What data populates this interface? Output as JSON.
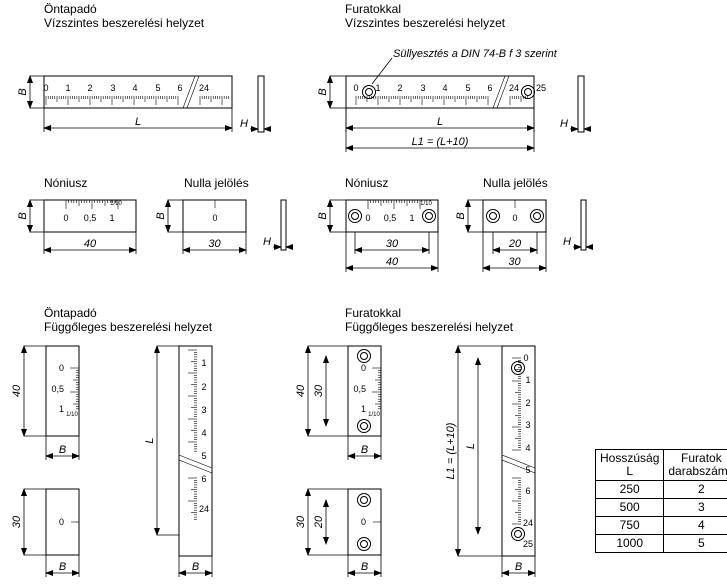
{
  "titles": {
    "top_left_1": "Öntapadó",
    "top_left_2": "Vízszintes beszerelési helyzet",
    "top_right_1": "Furatokkal",
    "top_right_2": "Vízszintes beszerelési helyzet",
    "bottom_left_1": "Öntapadó",
    "bottom_left_2": "Függőleges beszerelési helyzet",
    "bottom_right_1": "Furatokkal",
    "bottom_right_2": "Függőleges beszerelési helyzet"
  },
  "labels": {
    "nonius": "Nóniusz",
    "zero_mark": "Nulla jelölés",
    "countersink_note": "Süllyesztés a DIN 74-B f 3 szerint"
  },
  "dimensions": {
    "B": "B",
    "H": "H",
    "L": "L",
    "L1": "L1 = (L+10)",
    "d40": "40",
    "d30": "30",
    "d20": "20"
  },
  "scale": {
    "numbers": [
      "0",
      "1",
      "2",
      "3",
      "4",
      "5",
      "6"
    ],
    "end_number": "24",
    "end_number_holes": "25",
    "vernier": [
      "0",
      "0,5",
      "1"
    ],
    "vernier_frac": "1/10",
    "zero": "0"
  },
  "table": {
    "headers": [
      "Hosszúság L",
      "Furatok darabszáma"
    ],
    "rows": [
      [
        "250",
        "2"
      ],
      [
        "500",
        "3"
      ],
      [
        "750",
        "4"
      ],
      [
        "1000",
        "5"
      ]
    ]
  }
}
